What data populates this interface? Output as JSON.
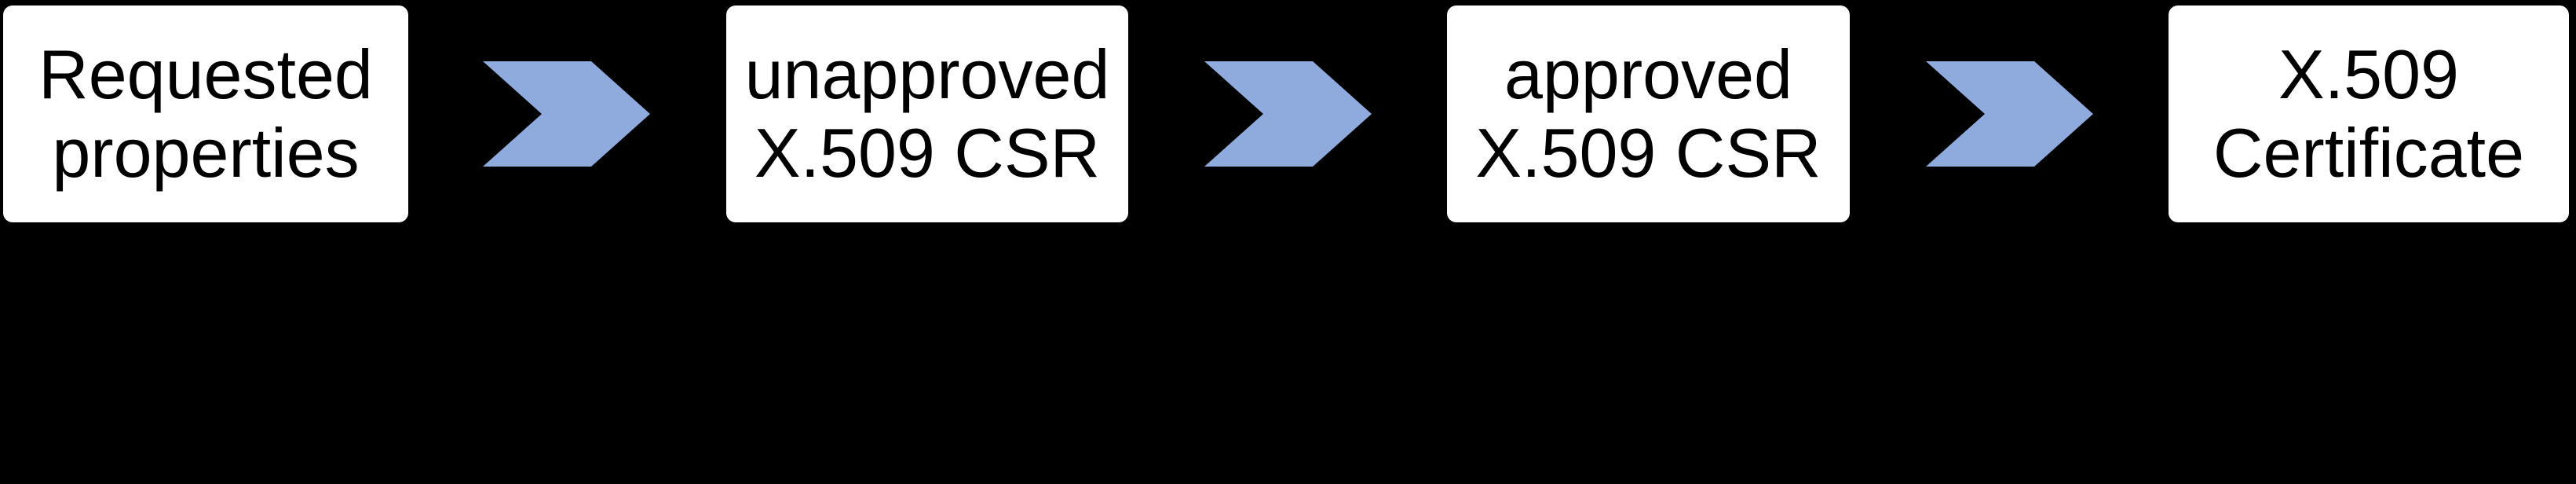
{
  "page": {
    "background_color": "#000000"
  },
  "diagram": {
    "box_fill": "#ffffff",
    "text_color": "#000000",
    "arrow_color": "#8faadc",
    "arrow_icon": "chevron-right",
    "steps": [
      {
        "label": "Requested properties",
        "lines": [
          "Requested",
          "properties"
        ]
      },
      {
        "label": "unapproved X.509 CSR",
        "lines": [
          "unapproved",
          "X.509 CSR"
        ]
      },
      {
        "label": "approved X.509 CSR",
        "lines": [
          "approved",
          "X.509 CSR"
        ]
      },
      {
        "label": "X.509 Certificate",
        "lines": [
          "X.509",
          "Certificate"
        ]
      }
    ]
  }
}
